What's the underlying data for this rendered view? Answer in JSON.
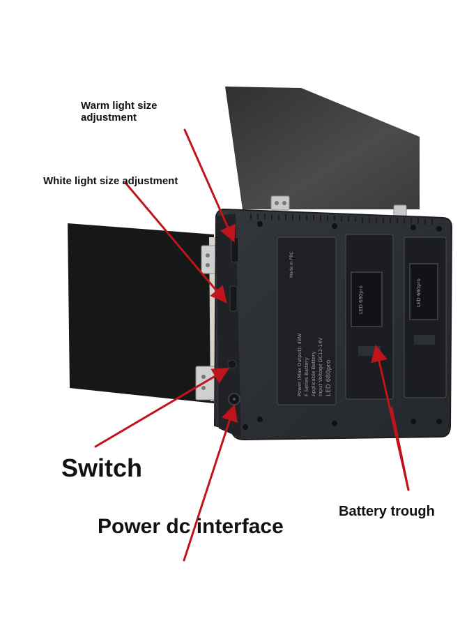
{
  "labels": {
    "warm_light": "Warm light size adjustment",
    "white_light": "White light size adjustment",
    "switch": "Switch",
    "power_dc": "Power dc interface",
    "battery_trough": "Battery trough"
  },
  "sticker": {
    "model": "LED 680pro",
    "input_voltage": "Input Voltage DC12-14V",
    "battery": "Applicable Battery",
    "battery_type": "F Series Battery",
    "power": "Power (Max Output): 48W",
    "made_in": "Made In PRC"
  },
  "battery_plate_label": "LED 680pro",
  "colors": {
    "arrow": "#c0141c",
    "panel": "#2b2e33",
    "panel_edge": "#1c1e22",
    "barn_door": "#3d3f3f",
    "text": "#111111"
  }
}
